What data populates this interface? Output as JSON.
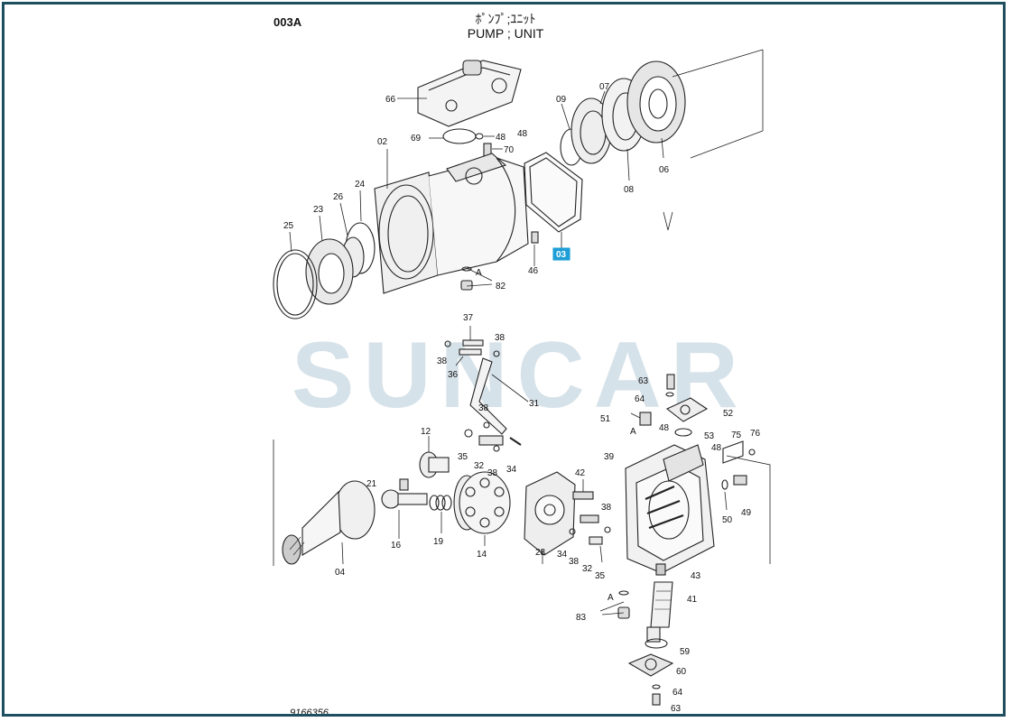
{
  "header": {
    "code": "003A",
    "title_jp": "ﾎﾟﾝﾌﾟ;ﾕﾆｯﾄ",
    "title_en": "PUMP ; UNIT"
  },
  "footer": {
    "drawing_no": "9166356"
  },
  "watermark": {
    "text": "SUNCAR"
  },
  "colors": {
    "frame": "#1f4e5f",
    "highlight": "#1e9ed6",
    "watermark": "#c9d9e2"
  },
  "labels": {
    "p66": "66",
    "p69": "69",
    "p48a": "48",
    "p70": "70",
    "p48b": "48",
    "p02": "02",
    "p09": "09",
    "p07": "07",
    "p06": "06",
    "p08": "08",
    "p03": "03",
    "p24": "24",
    "p26": "26",
    "p23": "23",
    "p25": "25",
    "p46": "46",
    "pA1": "A",
    "p82": "82",
    "p37": "37",
    "p38a": "38",
    "p38b": "38",
    "p36": "36",
    "p31": "31",
    "p38c": "38",
    "p12": "12",
    "p35a": "35",
    "p32a": "32",
    "p38d": "38",
    "p34a": "34",
    "p21": "21",
    "p16": "16",
    "p19": "19",
    "p14": "14",
    "p04": "04",
    "p42": "42",
    "p28": "28",
    "p38e": "38",
    "p34b": "34",
    "p38f": "38",
    "p32b": "32",
    "p35b": "35",
    "p63a": "63",
    "p64a": "64",
    "p52": "52",
    "p51": "51",
    "p48c": "48",
    "pA2": "A",
    "p53": "53",
    "p75": "75",
    "p76": "76",
    "p48d": "48",
    "p39": "39",
    "p50": "50",
    "p49": "49",
    "p43": "43",
    "p41": "41",
    "pA3": "A",
    "p83": "83",
    "p59": "59",
    "p60": "60",
    "p64b": "64",
    "p63b": "63"
  }
}
